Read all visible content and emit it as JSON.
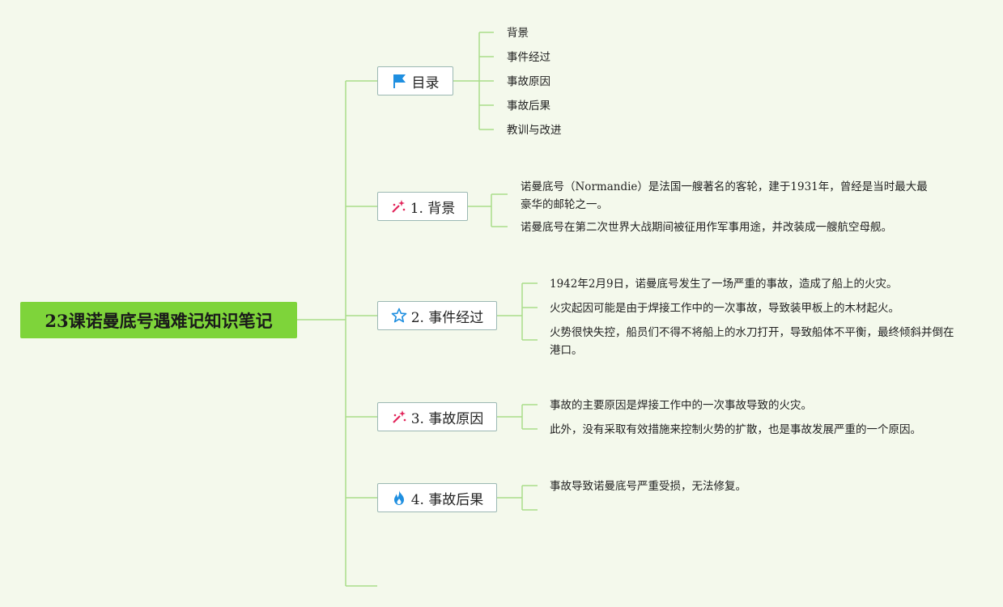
{
  "root": {
    "title": "23课诺曼底号遇难记知识笔记"
  },
  "branches": [
    {
      "label": "目录",
      "icon": "flag-icon",
      "leaves": [
        "背景",
        "事件经过",
        "事故原因",
        "事故后果",
        "教训与改进"
      ]
    },
    {
      "label": "1. 背景",
      "icon": "sparkle-wand-icon",
      "leaves": [
        "诺曼底号（Normandie）是法国一艘著名的客轮，建于1931年，曾经是当时最大最豪华的邮轮之一。",
        "诺曼底号在第二次世界大战期间被征用作军事用途，并改装成一艘航空母舰。"
      ]
    },
    {
      "label": "2. 事件经过",
      "icon": "star-outline-icon",
      "leaves": [
        "1942年2月9日，诺曼底号发生了一场严重的事故，造成了船上的火灾。",
        "火灾起因可能是由于焊接工作中的一次事故，导致装甲板上的木材起火。",
        "火势很快失控，船员们不得不将船上的水刀打开，导致船体不平衡，最终倾斜并倒在港口。"
      ]
    },
    {
      "label": "3. 事故原因",
      "icon": "sparkle-wand-icon",
      "leaves": [
        "事故的主要原因是焊接工作中的一次事故导致的火灾。",
        "此外，没有采取有效措施来控制火势的扩散，也是事故发展严重的一个原因。"
      ]
    },
    {
      "label": "4. 事故后果",
      "icon": "flame-icon",
      "leaves": [
        "事故导致诺曼底号严重受损，无法修复。"
      ]
    }
  ],
  "colors": {
    "line": "#a9dd8a",
    "root_fill": "#7ed43a",
    "branch_border": "#9bb8b3",
    "background": "#f4f9ec"
  }
}
